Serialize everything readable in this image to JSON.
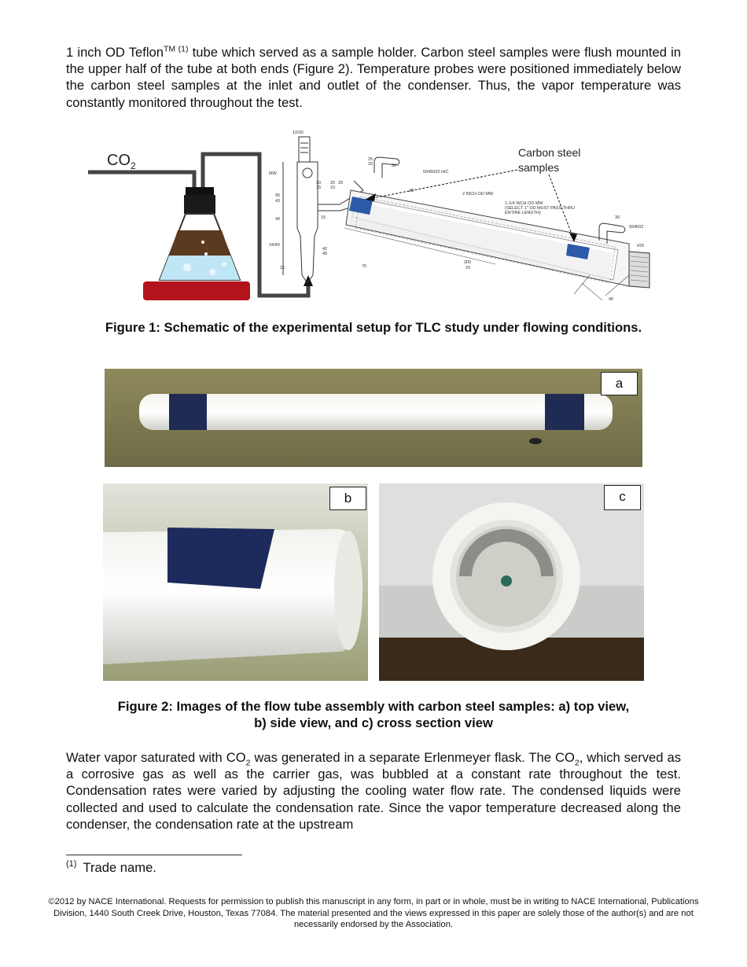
{
  "intro_paragraph": {
    "part1": "1 inch OD Teflon",
    "tm": "TM (1)",
    "part2": " tube which served as a sample holder. Carbon steel samples were flush mounted in the upper half of the tube at both ends (Figure 2). Temperature probes were positioned immediately below the carbon steel samples at the inlet and outlet of the condenser. Thus, the vapor temperature was constantly monitored throughout the test."
  },
  "figure1": {
    "co2_label": "CO",
    "co2_sub": "2",
    "annotation_line1": "Carbon steel",
    "annotation_line2": "samples",
    "drawing_labels": {
      "joint_top": "10/30",
      "mw": "MW",
      "d95": "95",
      "d43": "43",
      "d40": "40",
      "d15": "15",
      "joint_side": "24/40",
      "d42": "42",
      "d40b": "40",
      "d25": "25",
      "d20a": "20",
      "d15a": "15",
      "d20b": "20",
      "d10": "10",
      "d25b": "25",
      "d20c": "20",
      "d30": "30",
      "part_no": "5945020 H/C",
      "d20d": "20",
      "od2": "2 INCH OD MW",
      "od114_1": "1-1/4 INCH OD MW",
      "od114_2": "(SELECT 1\" OD MUST PASS THRU",
      "od114_3": "ENTIRE LENGTH)",
      "d30b": "30",
      "part_no2": "594502",
      "d25c": "#25",
      "d300": "300",
      "d5": "±5",
      "d75": "75",
      "d40c": "40",
      "d25d": "25"
    },
    "caption": "Figure 1: Schematic of the experimental setup for TLC study under flowing conditions."
  },
  "figure2": {
    "label_a": "a",
    "label_b": "b",
    "label_c": "c",
    "caption_line1": "Figure 2: Images of the flow tube assembly with carbon steel samples: a) top view,",
    "caption_line2": "b) side view, and c) cross section view"
  },
  "body_paragraph": {
    "p1": "Water vapor saturated with CO",
    "s1": "2",
    "p2": " was generated in a separate Erlenmeyer flask. The CO",
    "s2": "2",
    "p3": ", which served as a corrosive gas as well as the carrier gas, was bubbled at a constant rate throughout the test. Condensation rates were varied by adjusting the cooling water flow rate. The condensed liquids were collected and used to calculate the condensation rate. Since the vapor temperature decreased along the condenser, the condensation rate at the upstream"
  },
  "footnote": {
    "marker": "(1)",
    "text": "Trade name."
  },
  "copyright": "©2012 by NACE International. Requests for permission to publish this manuscript in any form, in part or in whole, must be in writing to NACE International, Publications Division, 1440 South Creek Drive, Houston, Texas 77084. The material presented and the views expressed in this paper are solely those of the author(s) and are not necessarily endorsed by the Association."
}
